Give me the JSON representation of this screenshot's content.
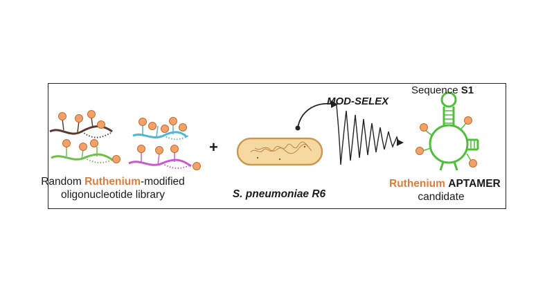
{
  "library": {
    "prefix": "Random ",
    "highlight": "Ruthenium",
    "suffix": "-modified",
    "line2": "oligonucleotide library"
  },
  "plus": "+",
  "bacterium": {
    "label": "S. pneumoniae R6"
  },
  "process": {
    "label": "MOD-SELEX"
  },
  "sequence": {
    "prefix": "Sequence ",
    "id": "S1"
  },
  "aptamer": {
    "highlight": "Ruthenium",
    "word": "APTAMER",
    "line2": "candidate"
  },
  "colors": {
    "ruthenium": "#f0a26b",
    "ruthenium_text": "#e07b39",
    "strand_brown": "#5a3a2e",
    "strand_cyan": "#4bb8d8",
    "strand_green": "#6cc04a",
    "strand_magenta": "#c85ad0",
    "aptamer_green": "#4fbf3a",
    "bacterium_fill": "#f6d9a0",
    "bacterium_edge": "#c89a55"
  }
}
